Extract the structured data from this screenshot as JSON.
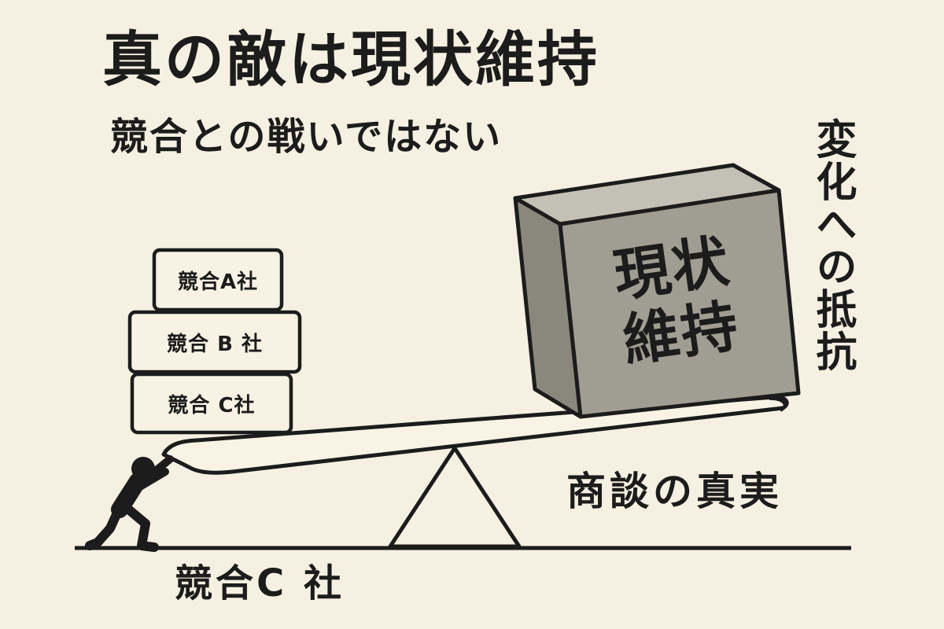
{
  "title": "真の敵は現状維持",
  "subtitle": "競合との戦いではない",
  "side_label": "変化への抵抗",
  "bottom_right_label": "商談の真実",
  "bottom_left_label": "競合C 社",
  "block_label": "現状\n維持",
  "competitors": [
    {
      "label": "競合A社"
    },
    {
      "label": "競合 B 社"
    },
    {
      "label": "競合 C社"
    }
  ],
  "icons": {
    "person": "pushing-person-icon",
    "seesaw": "seesaw-icon",
    "block": "status-quo-block-icon"
  },
  "colors": {
    "background": "#f5f0e1",
    "ink": "#1c1c1c",
    "block_front": "#a09d92",
    "block_top": "#c3c0b5",
    "block_side": "#8a877d",
    "box_fill": "#f7f2e4"
  }
}
